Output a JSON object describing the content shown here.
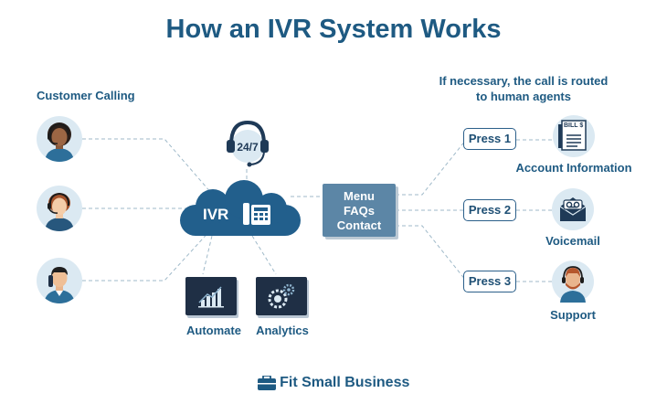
{
  "title": "How an IVR System Works",
  "left_label": "Customer Calling",
  "right_label_line1": "If necessary, the call is routed",
  "right_label_line2": "to human agents",
  "hub": {
    "label": "IVR",
    "badge": "24/7"
  },
  "menu": {
    "items": [
      "Menu",
      "FAQs",
      "Contact"
    ]
  },
  "tools": [
    {
      "label": "Automate",
      "icon": "bar-chart-icon"
    },
    {
      "label": "Analytics",
      "icon": "gears-icon"
    }
  ],
  "routes": [
    {
      "press": "Press 1",
      "label": "Account Information",
      "icon": "bill-icon",
      "icon_text": "BILL $"
    },
    {
      "press": "Press 2",
      "label": "Voicemail",
      "icon": "voicemail-icon"
    },
    {
      "press": "Press 3",
      "label": "Support",
      "icon": "support-agent-icon"
    }
  ],
  "callers": [
    {
      "icon": "caller-woman-headset-icon"
    },
    {
      "icon": "caller-agent-headset-icon"
    },
    {
      "icon": "caller-man-phone-icon"
    }
  ],
  "brand": "Fit Small Business",
  "colors": {
    "navy": "#1e5a82",
    "cloud": "#225f8c",
    "menu": "#5c86a6",
    "tile": "#1f2f45",
    "line": "#9fb9c9",
    "circle": "#dbe9f2"
  }
}
